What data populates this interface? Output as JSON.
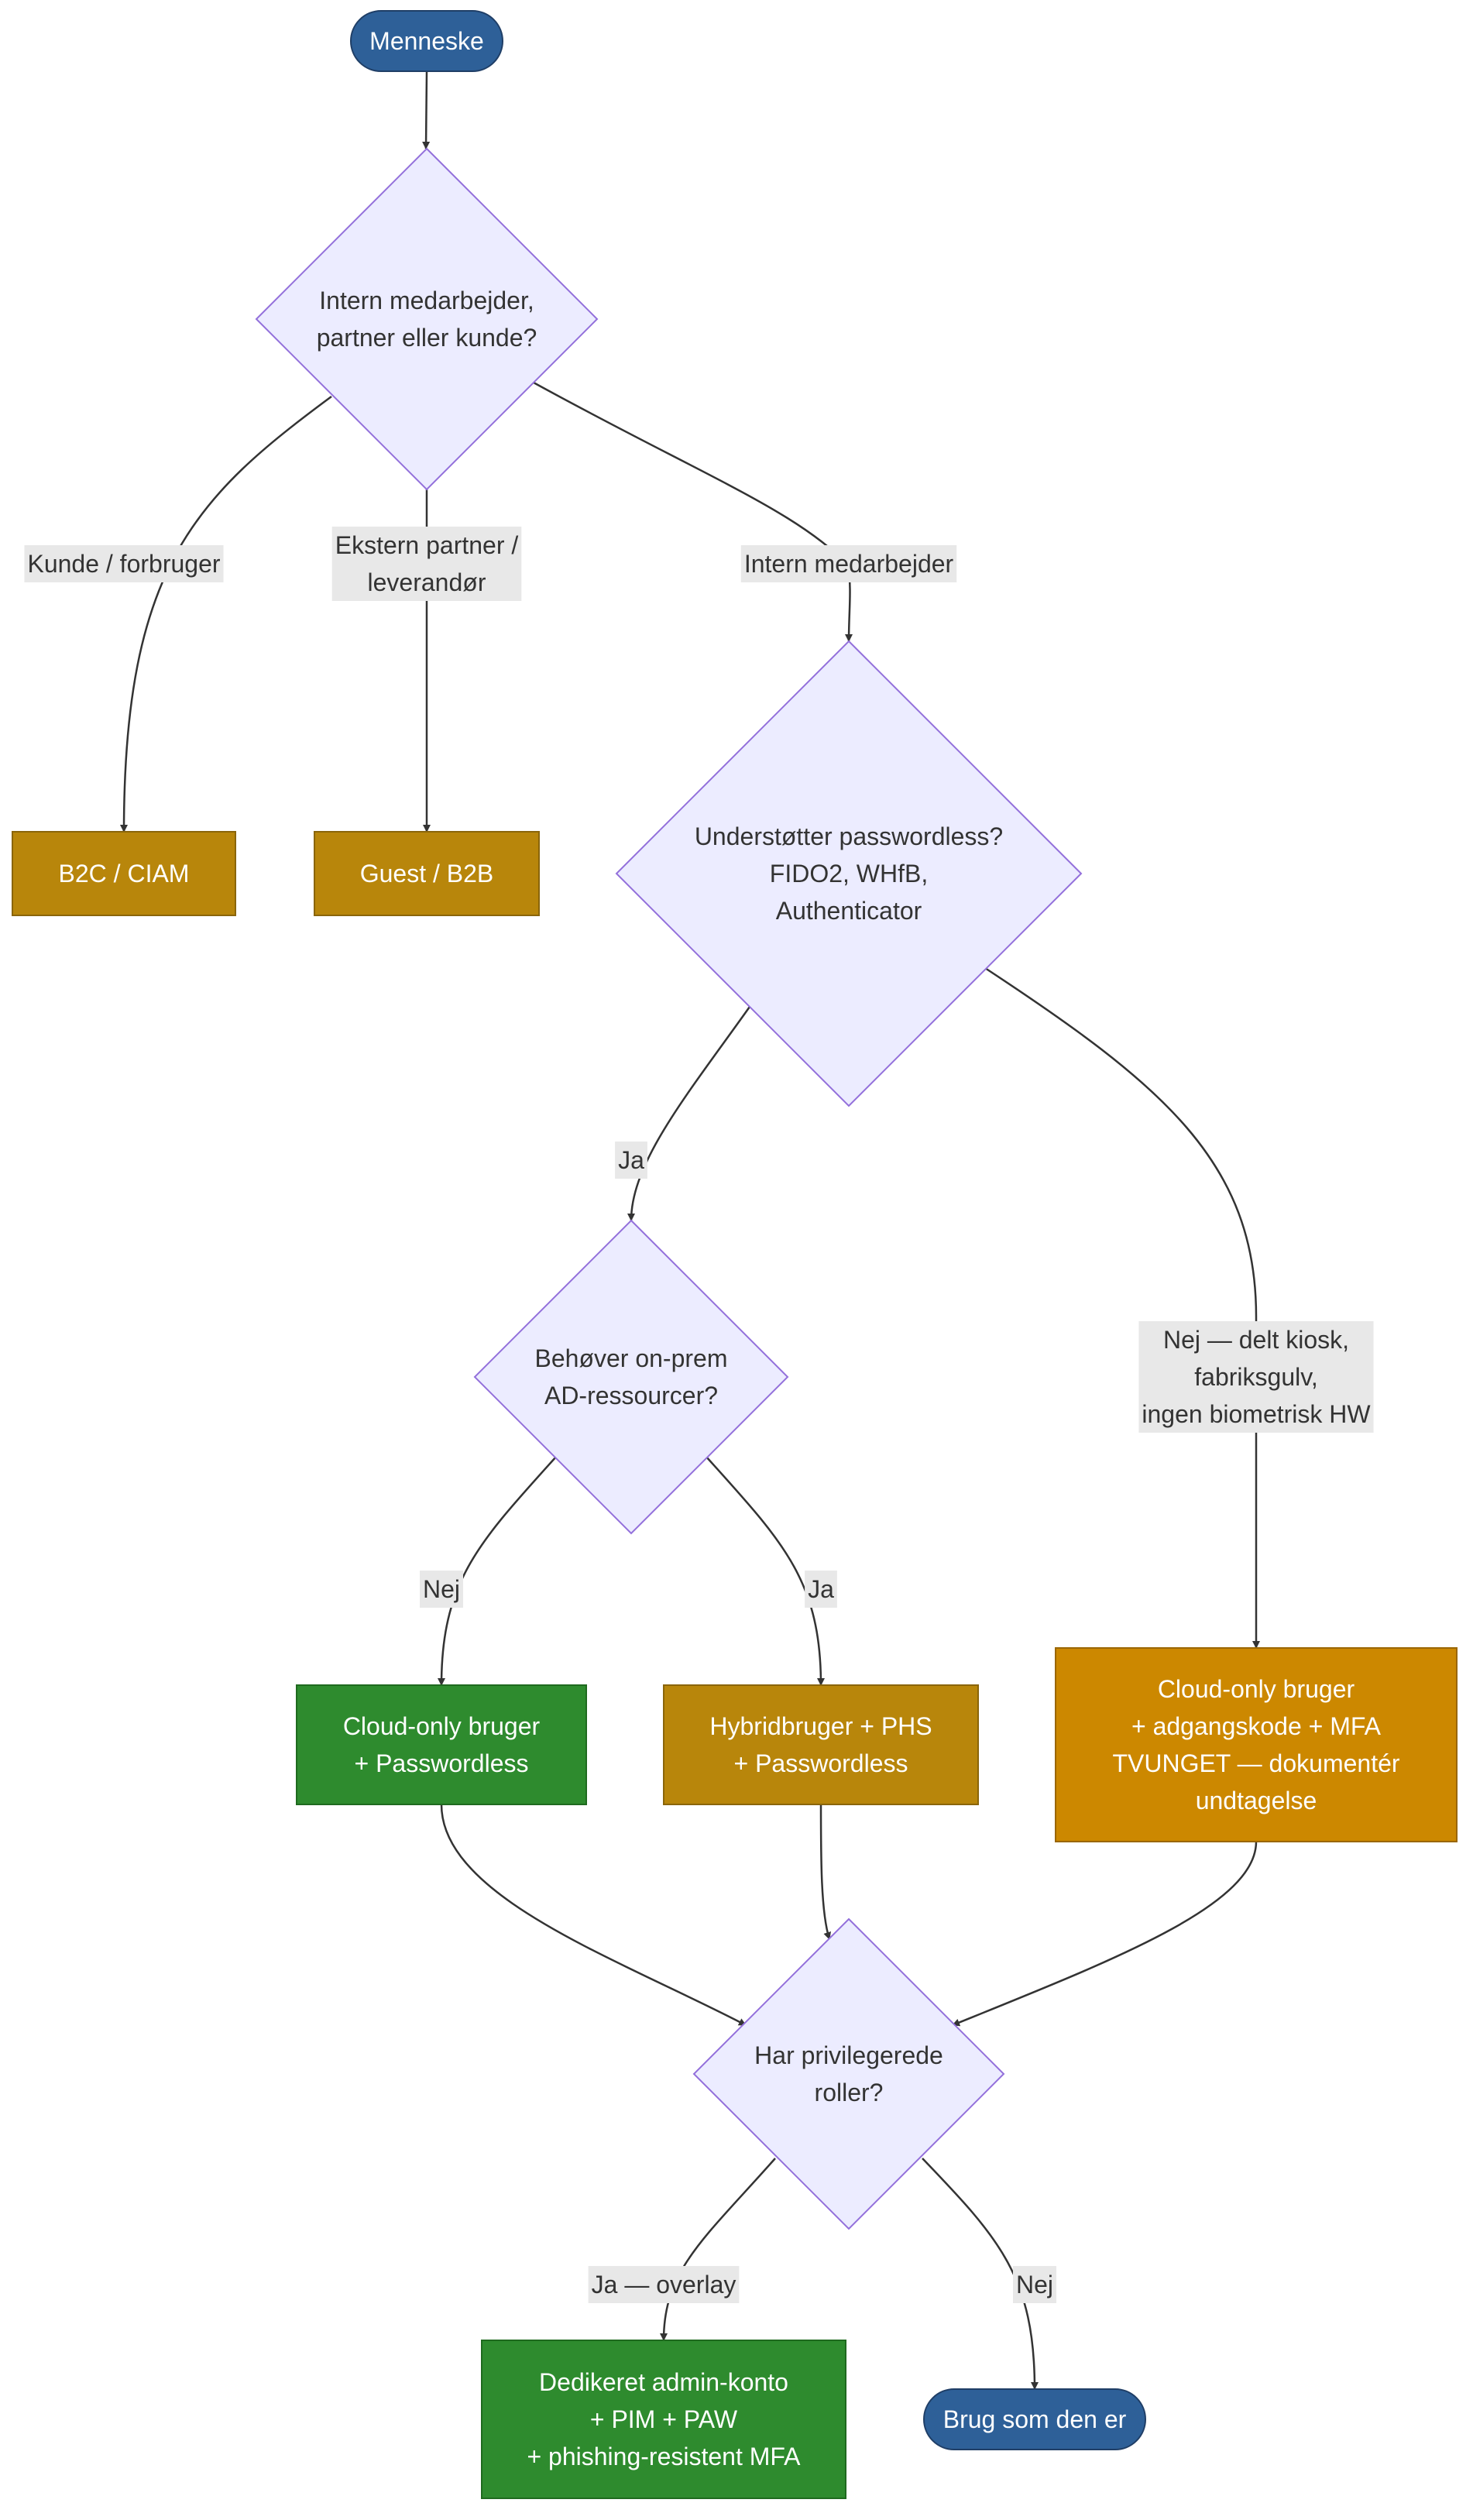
{
  "colors": {
    "decision_fill": "#ECECFF",
    "decision_stroke": "#9370DB",
    "terminal_fill": "#2E6098",
    "terminal_stroke": "#1F3E66",
    "warn_fill": "#B8860B",
    "warn_stroke": "#8A650A",
    "good_fill": "#2E8B2E",
    "good_stroke": "#1F6A1F",
    "bad_fill": "#CC8800",
    "bad_stroke": "#9A6600",
    "edge": "#333333",
    "edge_label_bg": "#e8e8e8",
    "dark_text": "#333333",
    "light_text": "#ffffff"
  },
  "nodes": {
    "menneske": {
      "lines": [
        "Menneske"
      ],
      "style": "terminal"
    },
    "q_type": {
      "lines": [
        "Intern medarbejder,",
        "partner eller kunde?"
      ],
      "style": "decision"
    },
    "b2c": {
      "lines": [
        "B2C / CIAM"
      ],
      "style": "warn"
    },
    "guest": {
      "lines": [
        "Guest / B2B"
      ],
      "style": "warn"
    },
    "q_passwordless": {
      "lines": [
        "Understøtter passwordless?",
        "FIDO2, WHfB,",
        "Authenticator"
      ],
      "style": "decision"
    },
    "q_onprem": {
      "lines": [
        "Behøver on-prem",
        "AD-ressourcer?"
      ],
      "style": "decision"
    },
    "cloud_pwless": {
      "lines": [
        "Cloud-only bruger",
        "+ Passwordless"
      ],
      "style": "good"
    },
    "hybrid": {
      "lines": [
        "Hybridbruger + PHS",
        "+ Passwordless"
      ],
      "style": "warn"
    },
    "cloud_mfa": {
      "lines": [
        "Cloud-only bruger",
        "+ adgangskode + MFA",
        "TVUNGET — dokumentér",
        "undtagelse"
      ],
      "style": "bad"
    },
    "q_priv": {
      "lines": [
        "Har privilegerede",
        "roller?"
      ],
      "style": "decision"
    },
    "admin": {
      "lines": [
        "Dedikeret admin-konto",
        "+ PIM + PAW",
        "+ phishing-resistent MFA"
      ],
      "style": "good"
    },
    "as_is": {
      "lines": [
        "Brug som den er"
      ],
      "style": "terminal"
    }
  },
  "edges": [
    {
      "id": "e-menneske-qtype",
      "label": []
    },
    {
      "id": "e-qtype-b2c",
      "label": [
        "Kunde / forbruger"
      ]
    },
    {
      "id": "e-qtype-guest",
      "label": [
        "Ekstern partner /",
        "leverandør"
      ]
    },
    {
      "id": "e-qtype-qpw",
      "label": [
        "Intern medarbejder"
      ]
    },
    {
      "id": "e-qpw-qonprem",
      "label": [
        "Ja"
      ]
    },
    {
      "id": "e-qpw-cloudmfa",
      "label": [
        "Nej — delt kiosk,",
        "fabriksgulv,",
        "ingen biometrisk HW"
      ]
    },
    {
      "id": "e-qonprem-cloudpw",
      "label": [
        "Nej"
      ]
    },
    {
      "id": "e-qonprem-hybrid",
      "label": [
        "Ja"
      ]
    },
    {
      "id": "e-cloudpw-qpriv",
      "label": []
    },
    {
      "id": "e-hybrid-qpriv",
      "label": []
    },
    {
      "id": "e-cloudmfa-qpriv",
      "label": []
    },
    {
      "id": "e-qpriv-admin",
      "label": [
        "Ja — overlay"
      ]
    },
    {
      "id": "e-qpriv-asis",
      "label": [
        "Nej"
      ]
    }
  ]
}
